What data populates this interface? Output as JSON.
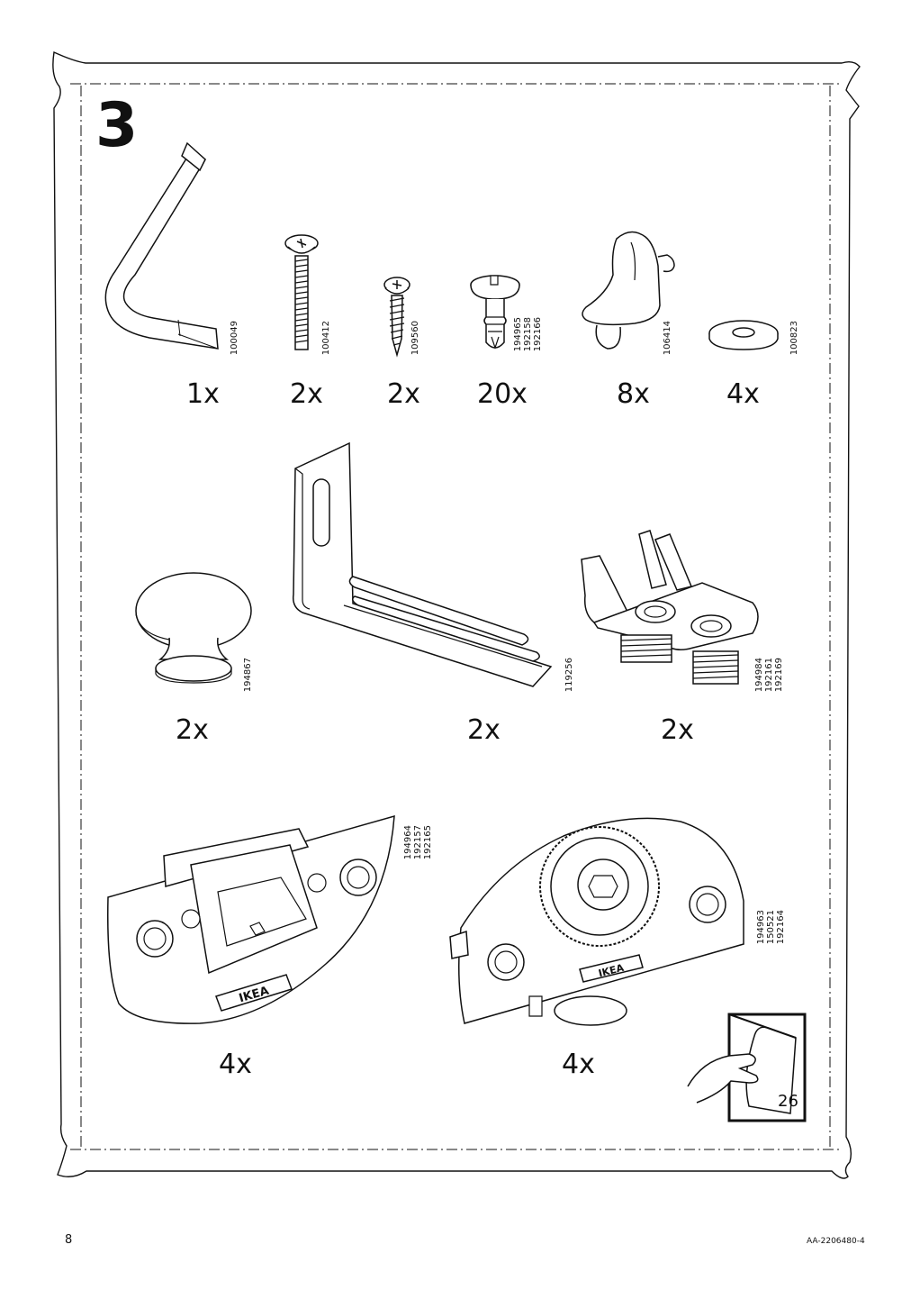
{
  "step": {
    "number": "3"
  },
  "parts": [
    {
      "id": "allen-key",
      "codes": [
        "100049"
      ],
      "quantity": "1x"
    },
    {
      "id": "machine-screw",
      "codes": [
        "100412"
      ],
      "quantity": "2x"
    },
    {
      "id": "wood-screw",
      "codes": [
        "109560"
      ],
      "quantity": "2x"
    },
    {
      "id": "cam-dowel",
      "codes": [
        "194965",
        "192158",
        "192166"
      ],
      "quantity": "20x"
    },
    {
      "id": "shelf-support",
      "codes": [
        "106414"
      ],
      "quantity": "8x"
    },
    {
      "id": "washer",
      "codes": [
        "100823"
      ],
      "quantity": "4x"
    },
    {
      "id": "knob",
      "codes": [
        "194867"
      ],
      "quantity": "2x"
    },
    {
      "id": "angle-bracket",
      "codes": [
        "119256"
      ],
      "quantity": "2x"
    },
    {
      "id": "hinge-plate",
      "codes": [
        "194984",
        "192161",
        "192169"
      ],
      "quantity": "2x"
    },
    {
      "id": "hinge-lock-plate",
      "codes": [
        "194964",
        "192157",
        "192165"
      ],
      "quantity": "4x",
      "logo": "IKEA"
    },
    {
      "id": "hinge-cam-plate",
      "codes": [
        "194963",
        "150521",
        "192164"
      ],
      "quantity": "4x",
      "logo": "IKEA"
    }
  ],
  "page_reference": {
    "label": "26"
  },
  "footer": {
    "page_number": "8",
    "document_id": "AA-2206480-4"
  }
}
